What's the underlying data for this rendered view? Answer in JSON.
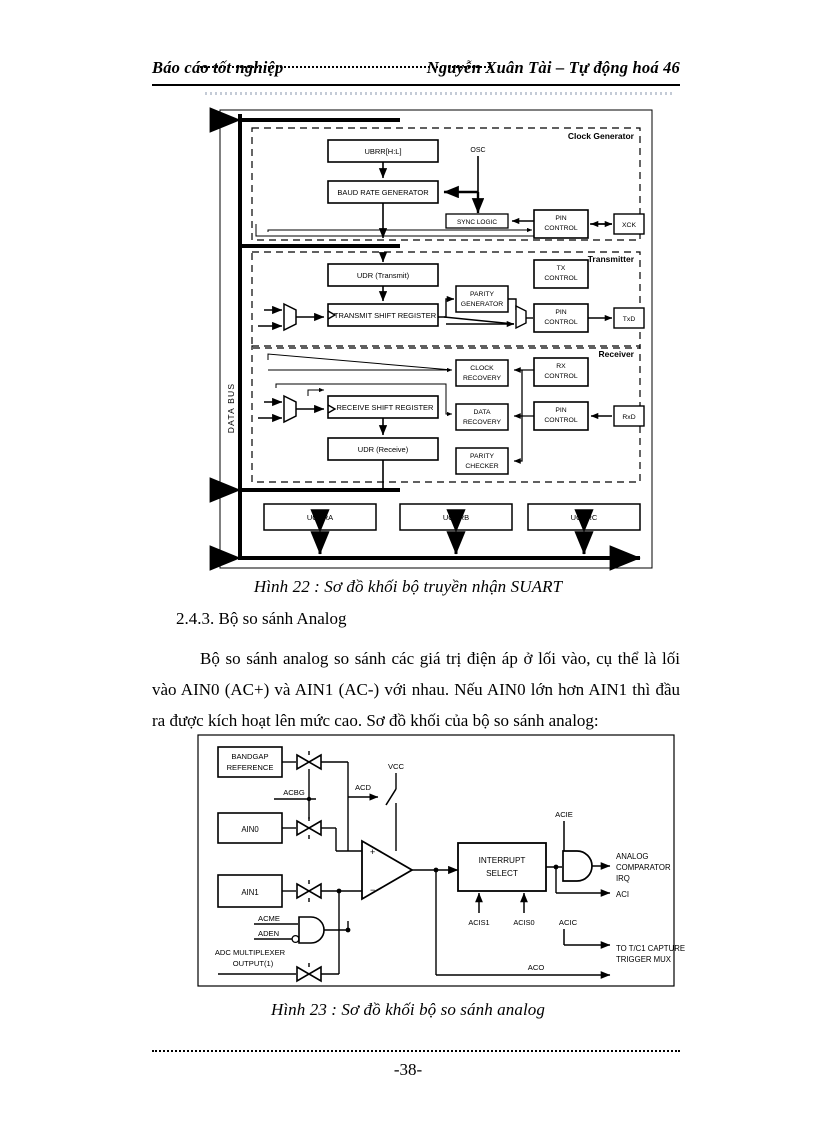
{
  "header": {
    "left": "Báo cáo tốt nghiệp",
    "right": "Nguyễn Xuân Tài – Tự động hoá 46"
  },
  "figure1": {
    "caption": "Hình 22 : Sơ đồ khối bộ truyền nhận SUART",
    "bus_label": "DATA BUS",
    "sections": [
      {
        "label": "Clock Generator"
      },
      {
        "label": "Transmitter"
      },
      {
        "label": "Receiver"
      }
    ],
    "blocks": {
      "ubrr": "UBRR[H:L]",
      "baud": "BAUD RATE GENERATOR",
      "osc": "OSC",
      "sync_logic": "SYNC LOGIC",
      "clk_pin_control_l1": "PIN",
      "clk_pin_control_l2": "CONTROL",
      "xck": "XCK",
      "udr_transmit": "UDR (Transmit)",
      "transmit_shift": "TRANSMIT SHIFT REGISTER",
      "parity_generator_l1": "PARITY",
      "parity_generator_l2": "GENERATOR",
      "tx_control_l1": "TX",
      "tx_control_l2": "CONTROL",
      "tx_pin_control_l1": "PIN",
      "tx_pin_control_l2": "CONTROL",
      "txd": "TxD",
      "clock_recovery_l1": "CLOCK",
      "clock_recovery_l2": "RECOVERY",
      "data_recovery_l1": "DATA",
      "data_recovery_l2": "RECOVERY",
      "parity_checker_l1": "PARITY",
      "parity_checker_l2": "CHECKER",
      "receive_shift": "RECEIVE SHIFT REGISTER",
      "udr_receive": "UDR (Receive)",
      "rx_control_l1": "RX",
      "rx_control_l2": "CONTROL",
      "rx_pin_control_l1": "PIN",
      "rx_pin_control_l2": "CONTROL",
      "rxd": "RxD",
      "ucsra": "UCSRA",
      "ucsrb": "UCSRB",
      "ucsrc": "UCSRC"
    }
  },
  "section": {
    "number_title": "2.4.3. Bộ so sánh Analog",
    "paragraph": "Bộ so sánh analog so sánh các giá trị điện áp ở lối vào, cụ thể là lối vào AIN0 (AC+) và AIN1 (AC-) với nhau. Nếu AIN0 lớn hơn AIN1 thì đầu ra được kích hoạt lên mức cao. Sơ đồ khối của bộ so sánh analog:"
  },
  "figure2": {
    "caption": "Hình 23 : Sơ đồ khối bộ so sánh analog",
    "blocks": {
      "bandgap_l1": "BANDGAP",
      "bandgap_l2": "REFERENCE",
      "ain0": "AIN0",
      "ain1": "AIN1",
      "interrupt_select_l1": "INTERRUPT",
      "interrupt_select_l2": "SELECT"
    },
    "signals": {
      "acbg": "ACBG",
      "vcc": "VCC",
      "acd": "ACD",
      "acme": "ACME",
      "aden": "ADEN",
      "adc_mux_l1": "ADC MULTIPLEXER",
      "adc_mux_l2": "OUTPUT(1)",
      "acis1": "ACIS1",
      "acis0": "ACIS0",
      "acic": "ACIC",
      "acie": "ACIE",
      "aco": "ACO",
      "aci": "ACI",
      "irq_l1": "ANALOG",
      "irq_l2": "COMPARATOR",
      "irq_l3": "IRQ",
      "tc1_l1": "TO T/C1 CAPTURE",
      "tc1_l2": "TRIGGER MUX"
    }
  },
  "footer": {
    "page_number": "-38-"
  }
}
